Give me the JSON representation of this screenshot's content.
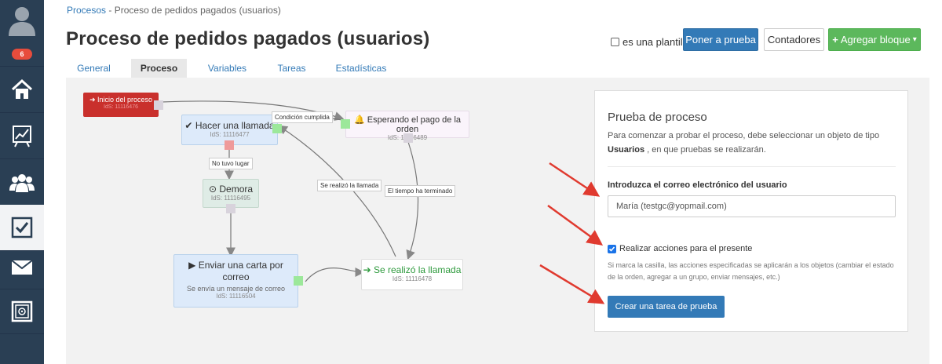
{
  "sidebar": {
    "badge": "6",
    "items": [
      {
        "icon": "home-icon"
      },
      {
        "icon": "chart-icon"
      },
      {
        "icon": "users-icon"
      },
      {
        "icon": "checkbox-icon",
        "active": true
      },
      {
        "icon": "mail-icon"
      },
      {
        "icon": "safe-icon"
      }
    ]
  },
  "breadcrumb": {
    "link": "Procesos",
    "separator": "-",
    "current": "Proceso de pedidos pagados (usuarios)"
  },
  "title": "Proceso de pedidos pagados (usuarios)",
  "header": {
    "template_label": "es una plantilla",
    "test_button": "Poner a prueba",
    "counters_button": "Contadores",
    "add_block_button": "Agregar bloque",
    "add_icon": "+",
    "caret": "▾"
  },
  "tabs": [
    "General",
    "Proceso",
    "Variables",
    "Tareas",
    "Estadísticas"
  ],
  "active_tab": "Proceso",
  "nodes": {
    "start": {
      "title": "Inicio del proceso",
      "id": "IdS: 11116476"
    },
    "call": {
      "title": "Hacer una llamada",
      "id": "IdS: 11116477"
    },
    "wait": {
      "title": "Esperando el pago de la orden",
      "id": "IdS: 11116489"
    },
    "delay": {
      "title": "Demora",
      "id": "IdS: 11116495"
    },
    "mail": {
      "title": "Enviar una carta por correo",
      "desc": "Se envía un mensaje de correo",
      "id": "IdS: 11116504"
    },
    "done": {
      "title": "Se realizó la llamada",
      "id": "IdS: 11116478"
    }
  },
  "edges": {
    "condition": "Condición cumplida",
    "no_place": "No tuvo lugar",
    "call_done": "Se realizó la llamada",
    "time_over": "El tiempo ha terminado"
  },
  "panel": {
    "title": "Prueba de proceso",
    "desc_before": "Para comenzar a probar el proceso, debe seleccionar un objeto de tipo",
    "desc_strong": "Usuarios",
    "desc_after": ", en que pruebas se realizarán.",
    "email_label": "Introduzca el correo electrónico del usuario",
    "email_value": "María (testgc@yopmail.com)",
    "checkbox_label": "Realizar acciones para el presente",
    "checkbox_help": "Si marca la casilla, las acciones especificadas se aplicarán a los objetos (cambiar el estado de la orden, agregar a un grupo, enviar mensajes, etc.)",
    "create_button": "Crear una tarea de prueba"
  }
}
